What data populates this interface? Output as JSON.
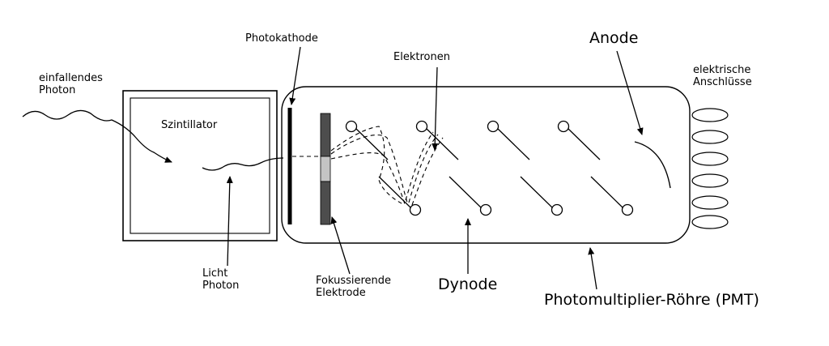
{
  "labels": {
    "incident_photon": "einfallendes\nPhoton",
    "scintillator": "Szintillator",
    "photocathode": "Photokathode",
    "electrons": "Elektronen",
    "anode": "Anode",
    "electrical_connections": "elektrische\nAnschlüsse",
    "light_photon": "Licht\nPhoton",
    "focusing_electrode": "Fokussierende\nElektrode",
    "dynode": "Dynode",
    "pmt_tube": "Photomultiplier-Röhre (PMT)"
  },
  "colors": {
    "stroke": "#000000",
    "electrode_dark": "#4d4d4d",
    "electrode_light": "#c4c4c4",
    "background": "#ffffff"
  }
}
